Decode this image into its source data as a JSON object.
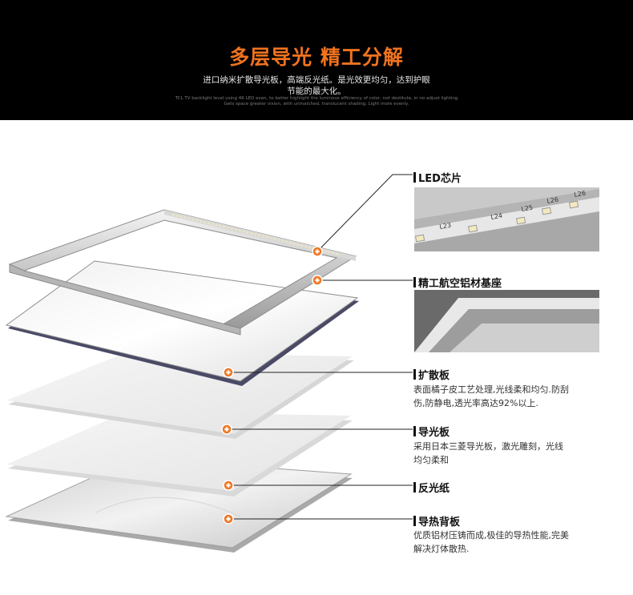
{
  "banner": {
    "title": "多层导光 精工分解",
    "subtitle_line1": "进口纳米扩散导光板，高端反光纸。是光效更均匀，达到护眼",
    "subtitle_line2": "节能的最大化。",
    "english_line1": "TCL TV backlight level using 4K LED even, to better highlight the luminous efficiency of color, not destitute, in no adjust lighting",
    "english_line2": "Gets space greater vision, with unmatched, translucent shading, Light more evenly."
  },
  "chips": [
    "L23",
    "L24",
    "L25",
    "L26",
    "L26"
  ],
  "callouts": [
    {
      "title": "LED芯片",
      "desc": ""
    },
    {
      "title": "精工航空铝材基座",
      "desc": ""
    },
    {
      "title": "扩散板",
      "desc_line1": "表面橘子皮工艺处理,光线柔和均匀.防刮",
      "desc_line2": "伤,防静电,透光率高达92%以上."
    },
    {
      "title": "导光板",
      "desc_line1": "采用日本三菱导光板，激光雕刻，光线",
      "desc_line2": "均匀柔和"
    },
    {
      "title": "反光纸",
      "desc": ""
    },
    {
      "title": "导热背板",
      "desc_line1": "优质铝材压铸而成,极佳的导热性能,完美",
      "desc_line2": "解决灯体散热."
    }
  ],
  "colors": {
    "accent": "#f0731e",
    "banner_bg": "#000000"
  }
}
